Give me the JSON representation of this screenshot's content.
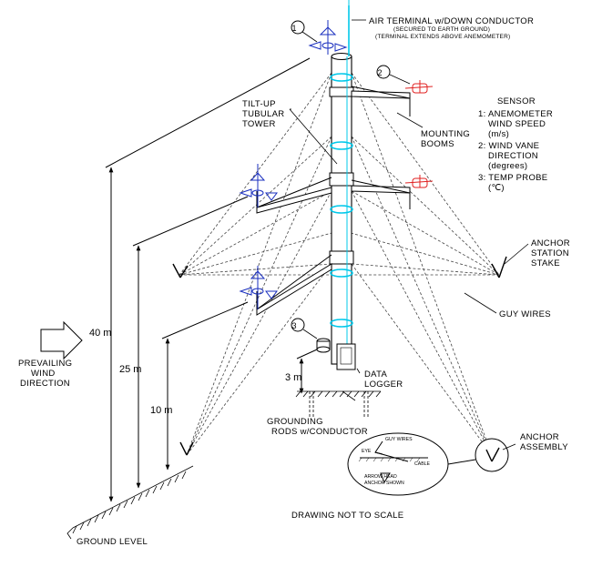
{
  "labels": {
    "air_terminal": "AIR TERMINAL w/DOWN CONDUCTOR",
    "air_terminal_note1": "(SECURED TO EARTH GROUND)",
    "air_terminal_note2": "(TERMINAL EXTENDS ABOVE ANEMOMETER)",
    "tower_line1": "TILT-UP",
    "tower_line2": "TUBULAR",
    "tower_line3": "TOWER",
    "booms_line1": "MOUNTING",
    "booms_line2": "BOOMS",
    "anchor_stake_line1": "ANCHOR",
    "anchor_stake_line2": "STATION",
    "anchor_stake_line3": "STAKE",
    "guy_wires": "GUY WIRES",
    "prevailing_line1": "PREVAILING",
    "prevailing_line2": "WIND",
    "prevailing_line3": "DIRECTION",
    "data_logger_line1": "DATA",
    "data_logger_line2": "LOGGER",
    "grounding_line1": "GROUNDING",
    "grounding_line2": "RODS w/CONDUCTOR",
    "anchor_assembly_line1": "ANCHOR",
    "anchor_assembly_line2": "ASSEMBLY",
    "not_to_scale": "DRAWING NOT TO SCALE",
    "ground_level": "GROUND LEVEL"
  },
  "sensor_legend": {
    "title": "SENSOR",
    "item1_line1": "1: ANEMOMETER",
    "item1_line2": "WIND SPEED",
    "item1_line3": "(m/s)",
    "item2_line1": "2: WIND VANE",
    "item2_line2": "DIRECTION",
    "item2_line3": "(degrees)",
    "item3_line1": "3: TEMP PROBE",
    "item3_line2": "(℃)"
  },
  "callouts": {
    "c1": "1",
    "c2": "2",
    "c3": "3"
  },
  "dimensions": {
    "h40": "40 m",
    "h25": "25 m",
    "h10": "10 m",
    "h3": "3 m"
  },
  "detail": {
    "guy_wires": "GUY WIRES",
    "eye": "EYE",
    "cable": "CABLE",
    "arrow_head_line1": "ARROW HEAD",
    "arrow_head_line2": "ANCHOR SHOWN"
  },
  "colors": {
    "anemometer": "#1a2fbf",
    "wind_vane": "#e02020",
    "conductor": "#00c8ea",
    "line": "#000000"
  }
}
